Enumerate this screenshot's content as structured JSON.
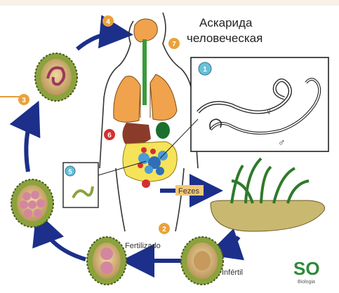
{
  "title": {
    "line1": "Аскарида",
    "line2": "человеческая"
  },
  "markers": {
    "m1": "1",
    "m2": "2",
    "m3": "3",
    "m4": "4",
    "m5": "5",
    "m6": "6",
    "m7": "7"
  },
  "labels": {
    "fezes": "Fezes",
    "fertilizado": "Fertilizado",
    "infertil": "Infértil"
  },
  "symbols": {
    "female": "♀",
    "male": "♂"
  },
  "logo": {
    "main": "SO",
    "sub": "Biologia"
  },
  "colors": {
    "arrow": "#1c2f8a",
    "egg_shell": "#8ba33d",
    "egg_inner": "#d486a0",
    "organ_lungs": "#f0a24c",
    "organ_gut": "#f6e35a",
    "badge": "#e9a23b",
    "title_bar": "#e59b37"
  }
}
